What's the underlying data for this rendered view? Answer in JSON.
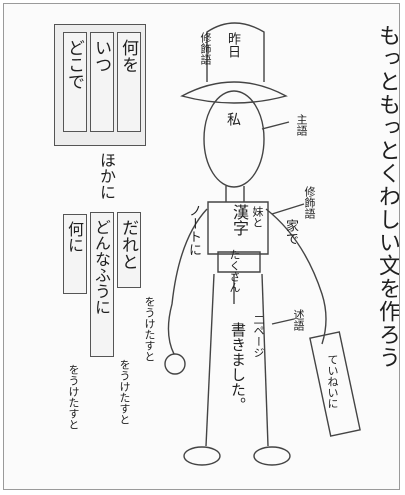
{
  "title": "もっともっとくわしい文を作ろう",
  "left": {
    "questions": [
      "何を",
      "いつ",
      "どこで"
    ],
    "hokani": "ほかに",
    "extra_boxes": [
      "だれと",
      "どんなふうに",
      "何に"
    ],
    "wo_uketasuto": "をうけたすと"
  },
  "figure": {
    "hat_word": "昨日",
    "head_word": "私",
    "body_word": "漢字",
    "with_sister": "妹と",
    "at_home": "家で",
    "on_notebook": "ノートに",
    "many": "たくさん",
    "two_pages": "二ページ",
    "predicate_text": "書きました。",
    "carefully": "ていねいに"
  },
  "labels": {
    "shushokugo": "修飾語",
    "shugo": "主語",
    "jutsugo": "述語"
  }
}
